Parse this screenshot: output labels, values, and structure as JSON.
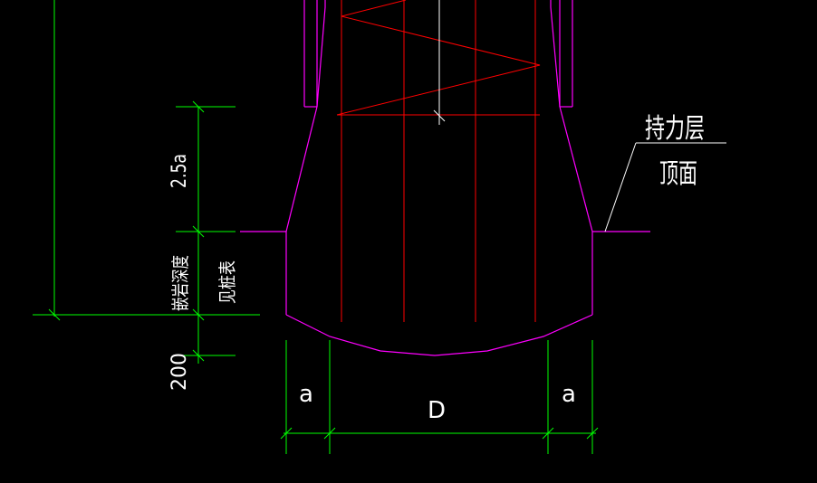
{
  "drawing": {
    "labels": {
      "bearing_layer_line1": "持力层",
      "bearing_layer_line2": "顶面",
      "dim_vertical_upper": "2.5a",
      "dim_vertical_lower": "200",
      "embed_depth_col1": "嵌岩深度",
      "embed_depth_col2": "见桩表",
      "dim_a_left": "a",
      "dim_D": "D",
      "dim_a_right": "a"
    },
    "colors": {
      "background": "#000000",
      "pile_outline": "#ff00ff",
      "reinforcement": "#ff0000",
      "dimension": "#00ff00",
      "text": "#ffffff"
    }
  }
}
